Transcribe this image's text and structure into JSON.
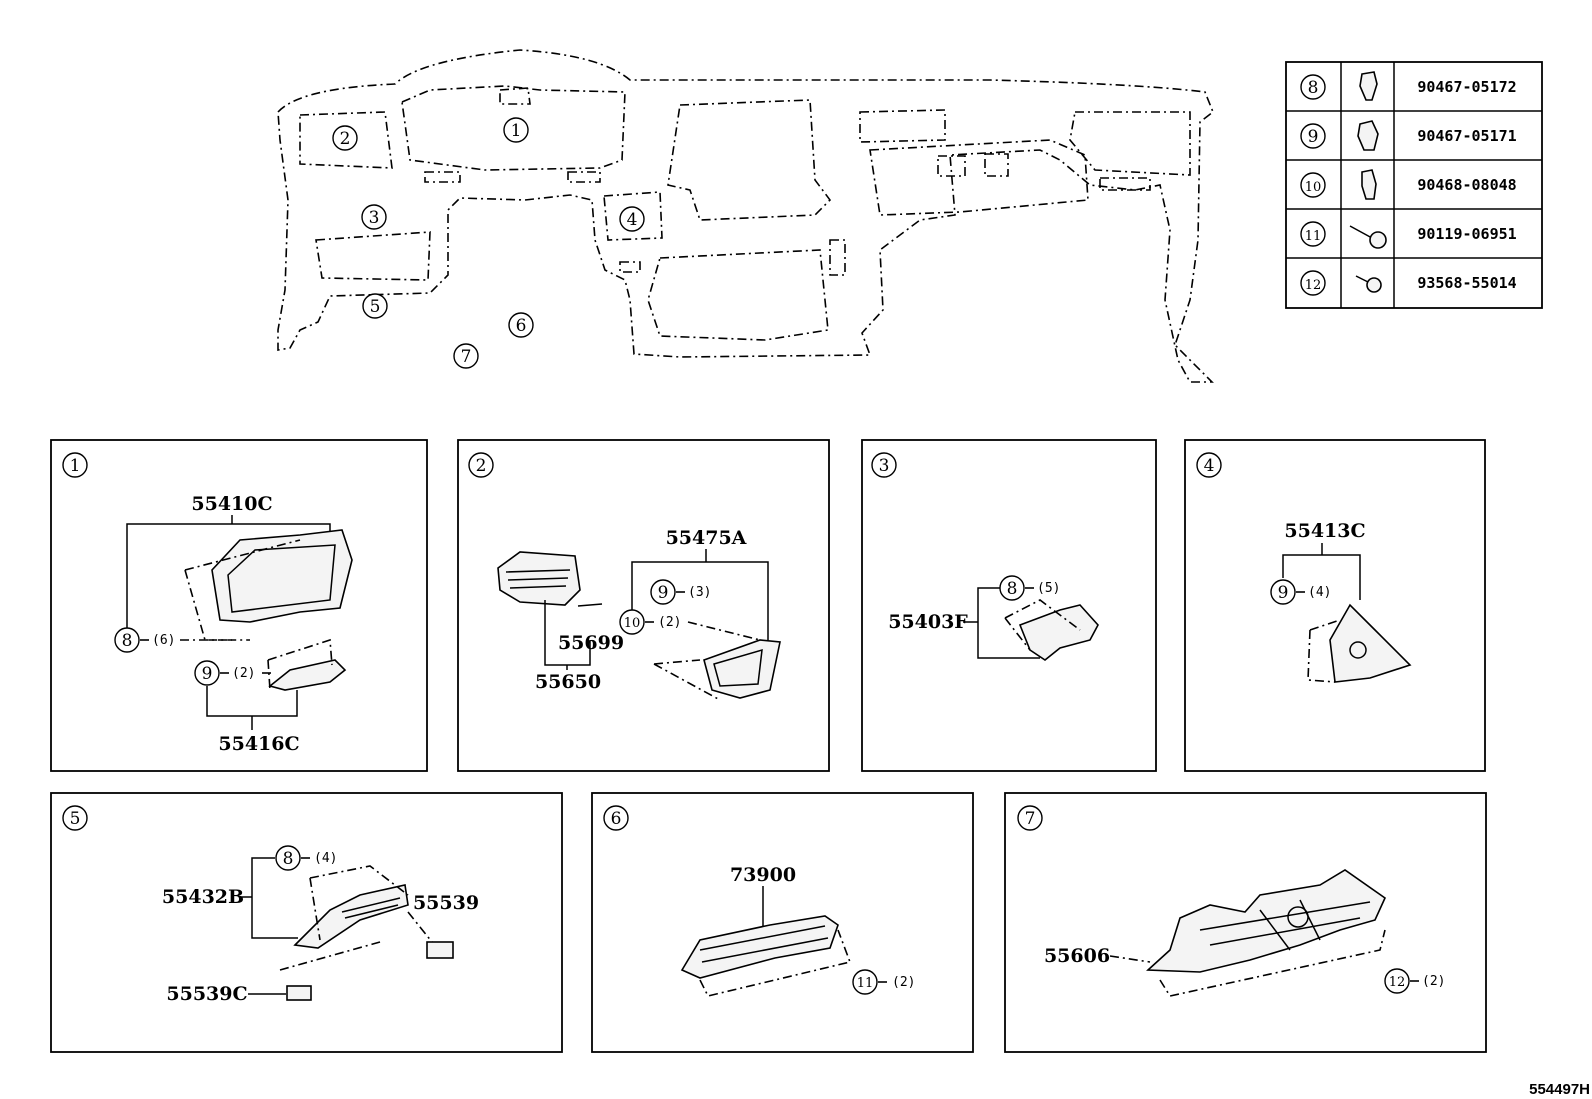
{
  "overview": {
    "callouts": [
      "1",
      "2",
      "3",
      "4",
      "5",
      "6",
      "7"
    ]
  },
  "fastener_table": {
    "rows": [
      {
        "num": "8",
        "part": "90467-05172",
        "icon": "clip-icon"
      },
      {
        "num": "9",
        "part": "90467-05171",
        "icon": "clip-icon"
      },
      {
        "num": "10",
        "part": "90468-08048",
        "icon": "clip-icon"
      },
      {
        "num": "11",
        "part": "90119-06951",
        "icon": "screw-icon"
      },
      {
        "num": "12",
        "part": "93568-55014",
        "icon": "screw-icon"
      }
    ]
  },
  "panels": [
    {
      "num": "1",
      "labels": [
        "55410C",
        "55416C"
      ],
      "callouts": [
        {
          "num": "8",
          "qty": "(6)"
        },
        {
          "num": "9",
          "qty": "(2)"
        }
      ]
    },
    {
      "num": "2",
      "labels": [
        "55475A",
        "55699",
        "55650"
      ],
      "callouts": [
        {
          "num": "9",
          "qty": "(3)"
        },
        {
          "num": "10",
          "qty": "(2)"
        }
      ]
    },
    {
      "num": "3",
      "labels": [
        "55403F"
      ],
      "callouts": [
        {
          "num": "8",
          "qty": "(5)"
        }
      ]
    },
    {
      "num": "4",
      "labels": [
        "55413C"
      ],
      "callouts": [
        {
          "num": "9",
          "qty": "(4)"
        }
      ]
    },
    {
      "num": "5",
      "labels": [
        "55432B",
        "55539",
        "55539C"
      ],
      "callouts": [
        {
          "num": "8",
          "qty": "(4)"
        }
      ]
    },
    {
      "num": "6",
      "labels": [
        "73900"
      ],
      "callouts": [
        {
          "num": "11",
          "qty": "(2)"
        }
      ]
    },
    {
      "num": "7",
      "labels": [
        "55606"
      ],
      "callouts": [
        {
          "num": "12",
          "qty": "(2)"
        }
      ]
    }
  ],
  "reference_code": "554497H"
}
